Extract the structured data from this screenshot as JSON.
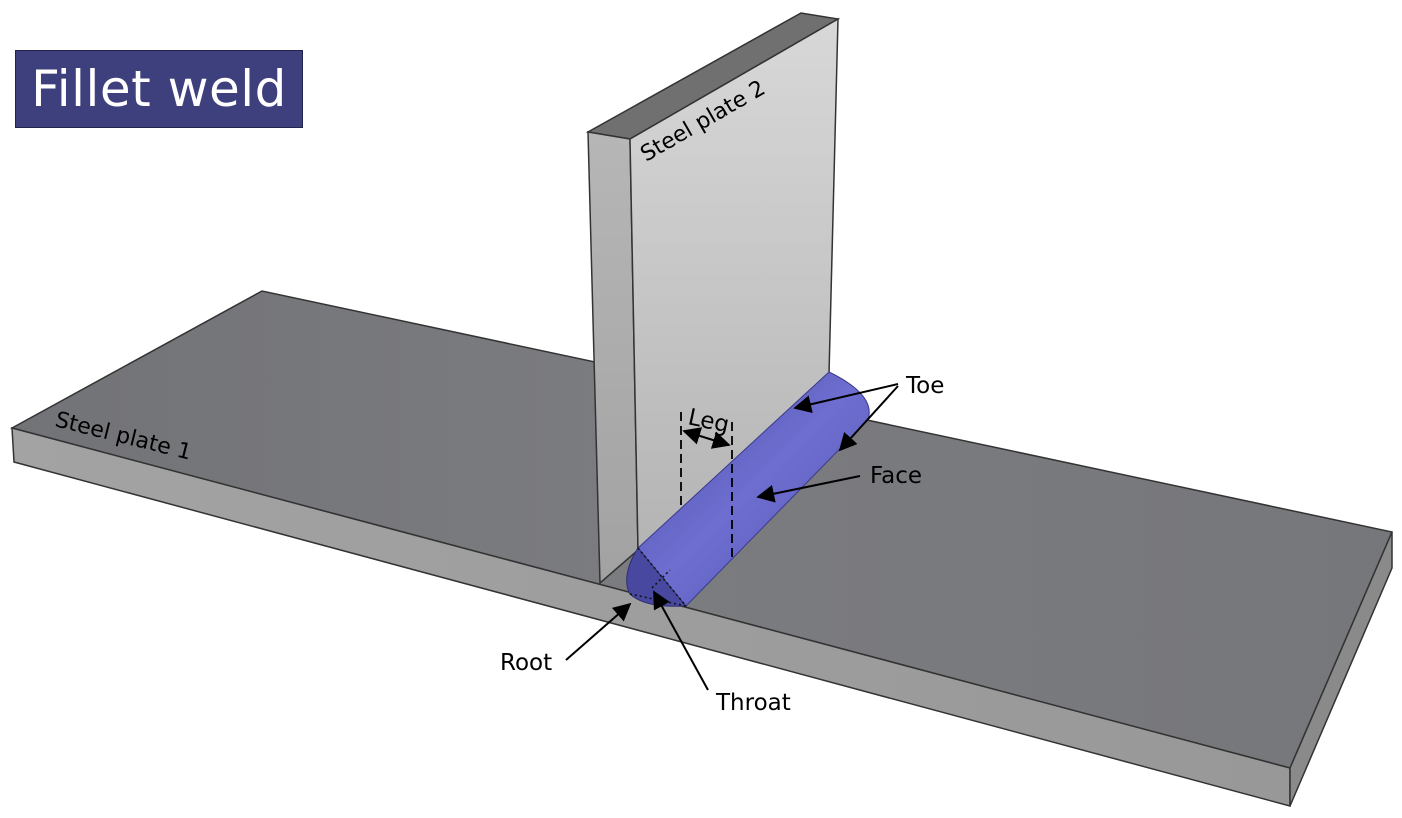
{
  "title": "Fillet weld",
  "labels": {
    "plate1": "Steel plate 1",
    "plate2": "Steel plate 2",
    "toe": "Toe",
    "leg": "Leg",
    "face": "Face",
    "root": "Root",
    "throat": "Throat"
  },
  "colors": {
    "title_bg": "#3e3f7d",
    "weld": "#5c5cb8",
    "plate_top": "#77787c",
    "plate_front": "#9e9e9e",
    "vertical_face": "#c4c4c4"
  }
}
